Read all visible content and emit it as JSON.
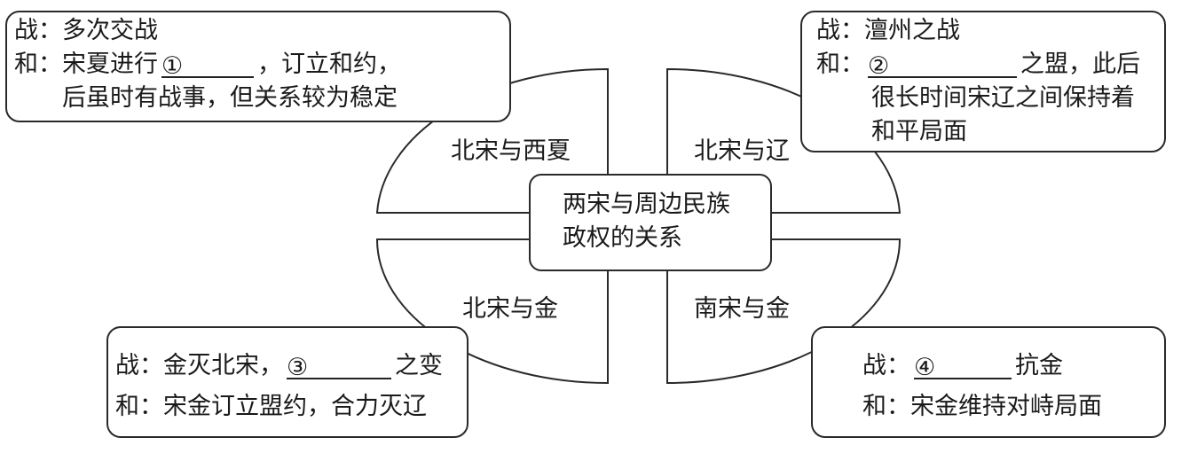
{
  "center_title": [
    "两宋与周边民族",
    "政权的关系"
  ],
  "quadrants": {
    "top_left": "北宋与西夏",
    "top_right": "北宋与辽",
    "bottom_left": "北宋与金",
    "bottom_right": "南宋与金"
  },
  "boxes": {
    "xixia": {
      "war_prefix": "战：",
      "war_text": "多次交战",
      "peace_prefix": "和：",
      "peace_before": "宋夏进行",
      "marker": "①",
      "peace_after": "，订立和约，",
      "peace_line2": "后虽时有战事，但关系较为稳定"
    },
    "liao": {
      "war_prefix": "战：",
      "war_text": "澶州之战",
      "peace_prefix": "和：",
      "marker": "②",
      "peace_after": "之盟，此后",
      "peace_line2": "很长时间宋辽之间保持着",
      "peace_line3": "和平局面"
    },
    "jin_north": {
      "war_prefix": "战：",
      "war_before": "金灭北宋，",
      "marker": "③",
      "war_after": "之变",
      "peace_prefix": "和：",
      "peace_text": "宋金订立盟约，合力灭辽"
    },
    "jin_south": {
      "war_prefix": "战：",
      "marker": "④",
      "war_after": "抗金",
      "peace_prefix": "和：",
      "peace_text": "宋金维持对峙局面"
    }
  }
}
